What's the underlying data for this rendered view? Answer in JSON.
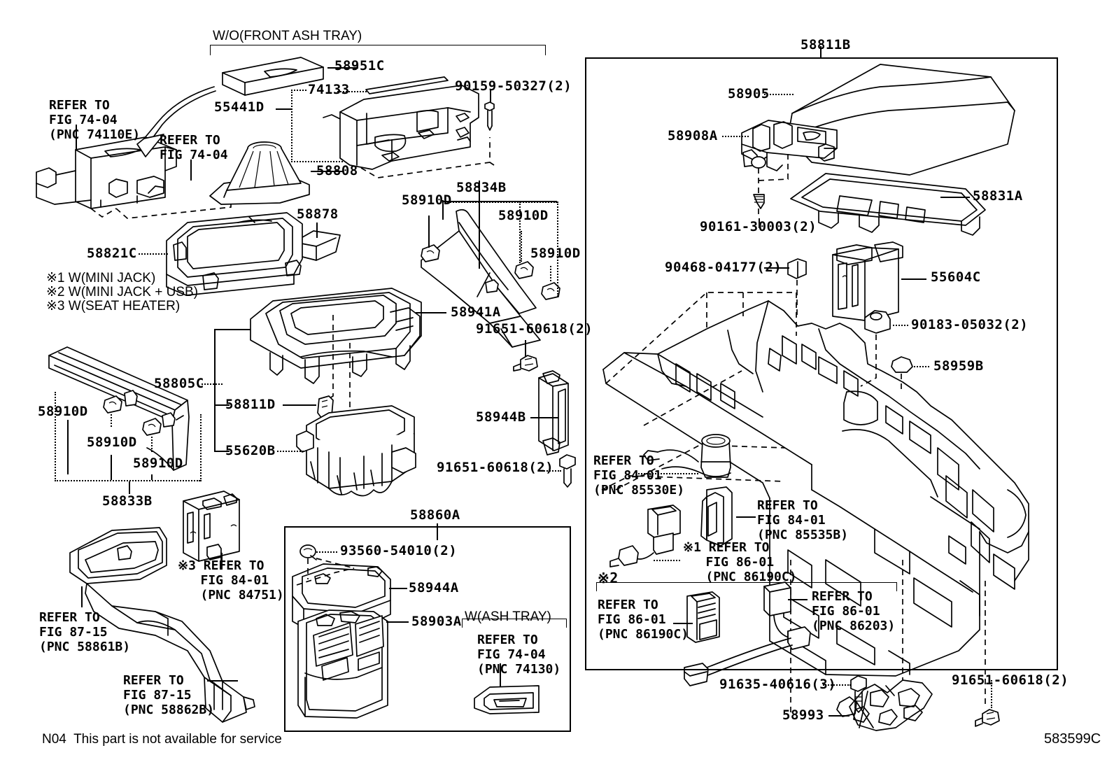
{
  "diagram": {
    "figure_code": "583599C",
    "footnote": "N04  This part is not available for service",
    "legend": [
      "※1 W(MINI JACK)",
      "※2 W(MINI JACK + USB)",
      "※3 W(SEAT HEATER)"
    ]
  },
  "group_headers": {
    "wo_front_ash_tray": "W/O(FRONT ASH TRAY)",
    "w_ash_tray": "W(ASH TRAY)",
    "mark2": "※2"
  },
  "labels": {
    "p58951C": "58951C",
    "p74133": "74133",
    "p55441D": "55441D",
    "p90159_50327": "90159-50327(2)",
    "p58808": "58808",
    "p58878": "58878",
    "p58821C": "58821C",
    "p58834B": "58834B",
    "p58910D_a": "58910D",
    "p58910D_b": "58910D",
    "p58910D_c": "58910D",
    "p58941A": "58941A",
    "p91651_60618_a": "91651-60618(2)",
    "p91651_60618_b": "91651-60618(2)",
    "p91651_60618_c": "91651-60618(2)",
    "p58944B": "58944B",
    "p58805C": "58805C",
    "p58811D": "58811D",
    "p55620B": "55620B",
    "p58910D_d": "58910D",
    "p58910D_e": "58910D",
    "p58910D_f": "58910D",
    "p58833B": "58833B",
    "p58860A": "58860A",
    "p93560_54010": "93560-54010(2)",
    "p58944A": "58944A",
    "p58903A": "58903A",
    "p58811B": "58811B",
    "p58905": "58905",
    "p58908A": "58908A",
    "p90161_30003": "90161-30003(2)",
    "p58831A": "58831A",
    "p90468_04177": "90468-04177(2)",
    "p55604C": "55604C",
    "p90183_05032": "90183-05032(2)",
    "p58959B": "58959B",
    "p91635_40616": "91635-40616(3)",
    "p58993": "58993"
  },
  "refer_blocks": {
    "r74110E": "REFER TO\nFIG 74-04\n(PNC 74110E)",
    "r7404": "REFER TO\nFIG 74-04",
    "r84751": "※3 REFER TO\n   FIG 84-01\n   (PNC 84751)",
    "r58861B": "REFER TO\nFIG 87-15\n(PNC 58861B)",
    "r58862B": "REFER TO\nFIG 87-15\n(PNC 58862B)",
    "r74130": "REFER TO\nFIG 74-04\n(PNC 74130)",
    "r85530E": "REFER TO\nFIG 84-01\n(PNC 85530E)",
    "r85535B": "REFER TO\nFIG 84-01\n(PNC 85535B)",
    "r86190C_1": "※1 REFER TO\n   FIG 86-01\n   (PNC 86190C)",
    "r86190C_2": "REFER TO\nFIG 86-01\n(PNC 86190C)",
    "r86203": "REFER TO\nFIG 86-01\n(PNC 86203)"
  }
}
